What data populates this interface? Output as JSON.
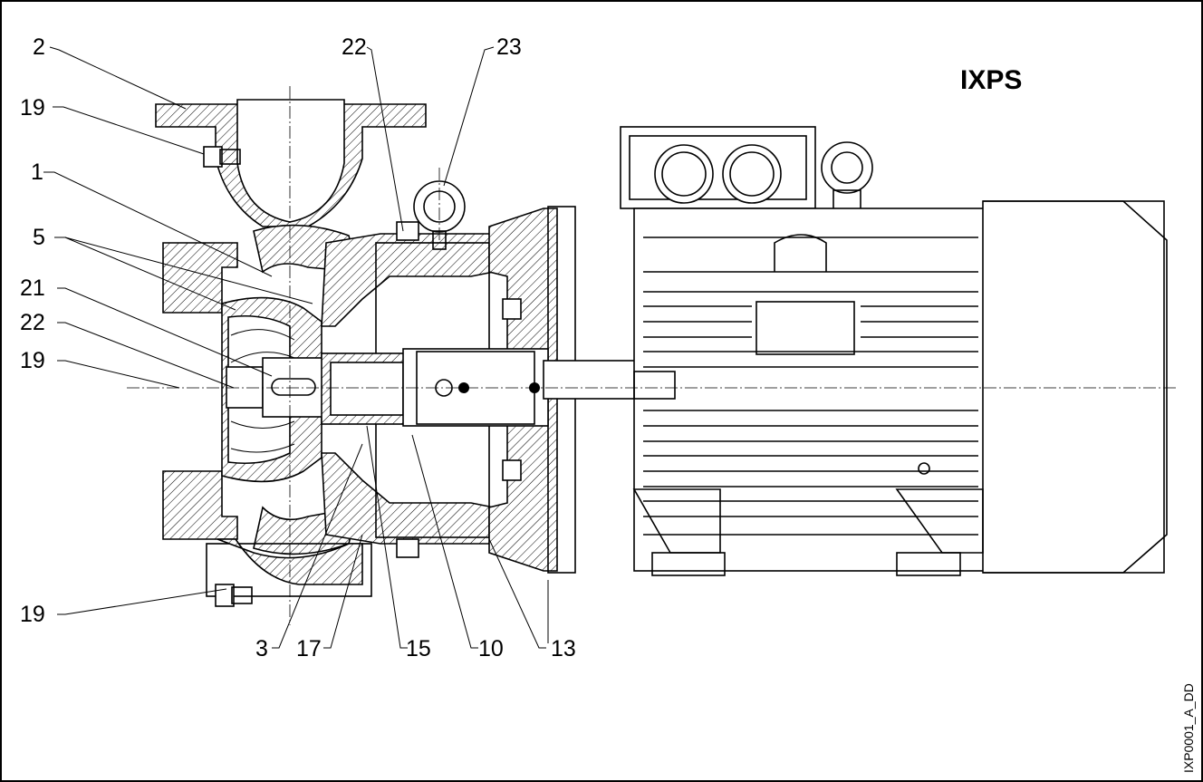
{
  "title": "IXPS",
  "drawing_code": "IXP0001_A_DD",
  "callouts": [
    {
      "id": "c-2-top",
      "text": "2"
    },
    {
      "id": "c-19-top",
      "text": "19"
    },
    {
      "id": "c-1",
      "text": "1"
    },
    {
      "id": "c-5",
      "text": "5"
    },
    {
      "id": "c-21",
      "text": "21"
    },
    {
      "id": "c-22-left",
      "text": "22"
    },
    {
      "id": "c-19-mid",
      "text": "19"
    },
    {
      "id": "c-22-top",
      "text": "22"
    },
    {
      "id": "c-23",
      "text": "23"
    },
    {
      "id": "c-19-bottom",
      "text": "19"
    },
    {
      "id": "c-3",
      "text": "3"
    },
    {
      "id": "c-17",
      "text": "17"
    },
    {
      "id": "c-15",
      "text": "15"
    },
    {
      "id": "c-10",
      "text": "10"
    },
    {
      "id": "c-13",
      "text": "13"
    }
  ]
}
